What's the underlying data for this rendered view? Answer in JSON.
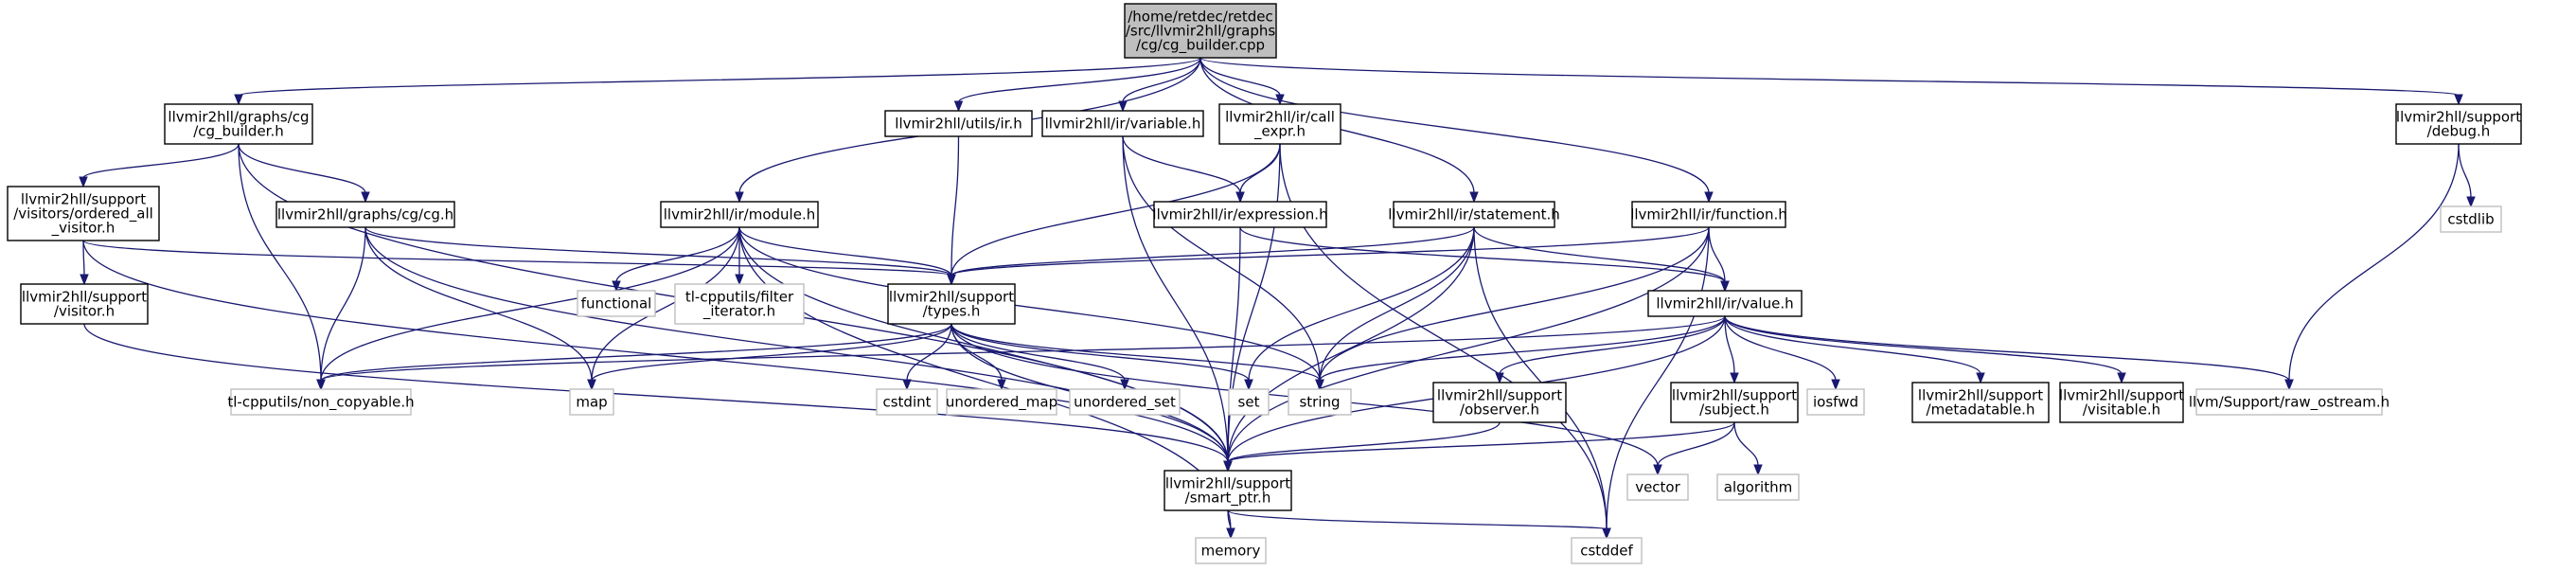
{
  "graph": {
    "edge_color": "#191970",
    "root_fill": "#bfbfbf",
    "external_border": "#bfbfbf",
    "nodes": [
      {
        "id": "root",
        "lines": [
          "/home/retdec/retdec",
          "/src/llvmir2hll/graphs",
          "/cg/cg_builder.cpp"
        ],
        "kind": "root"
      },
      {
        "id": "cg_builder_h",
        "lines": [
          "llvmir2hll/graphs/cg",
          "/cg_builder.h"
        ],
        "kind": "doc"
      },
      {
        "id": "utils_ir_h",
        "lines": [
          "llvmir2hll/utils/ir.h"
        ],
        "kind": "doc"
      },
      {
        "id": "variable_h",
        "lines": [
          "llvmir2hll/ir/variable.h"
        ],
        "kind": "doc"
      },
      {
        "id": "call_expr_h",
        "lines": [
          "llvmir2hll/ir/call",
          "_expr.h"
        ],
        "kind": "doc"
      },
      {
        "id": "debug_h",
        "lines": [
          "llvmir2hll/support",
          "/debug.h"
        ],
        "kind": "doc"
      },
      {
        "id": "ordered_all_visitor_h",
        "lines": [
          "llvmir2hll/support",
          "/visitors/ordered_all",
          "_visitor.h"
        ],
        "kind": "doc"
      },
      {
        "id": "cg_h",
        "lines": [
          "llvmir2hll/graphs/cg/cg.h"
        ],
        "kind": "doc"
      },
      {
        "id": "module_h",
        "lines": [
          "llvmir2hll/ir/module.h"
        ],
        "kind": "doc"
      },
      {
        "id": "expression_h",
        "lines": [
          "llvmir2hll/ir/expression.h"
        ],
        "kind": "doc"
      },
      {
        "id": "statement_h",
        "lines": [
          "llvmir2hll/ir/statement.h"
        ],
        "kind": "doc"
      },
      {
        "id": "function_h",
        "lines": [
          "llvmir2hll/ir/function.h"
        ],
        "kind": "doc"
      },
      {
        "id": "cstdlib",
        "lines": [
          "cstdlib"
        ],
        "kind": "ext"
      },
      {
        "id": "visitor_h",
        "lines": [
          "llvmir2hll/support",
          "/visitor.h"
        ],
        "kind": "doc"
      },
      {
        "id": "functional",
        "lines": [
          "functional"
        ],
        "kind": "ext"
      },
      {
        "id": "filter_iterator_h",
        "lines": [
          "tl-cpputils/filter",
          "_iterator.h"
        ],
        "kind": "ext"
      },
      {
        "id": "types_h",
        "lines": [
          "llvmir2hll/support",
          "/types.h"
        ],
        "kind": "doc"
      },
      {
        "id": "value_h",
        "lines": [
          "llvmir2hll/ir/value.h"
        ],
        "kind": "doc"
      },
      {
        "id": "non_copyable_h",
        "lines": [
          "tl-cpputils/non_copyable.h"
        ],
        "kind": "ext"
      },
      {
        "id": "map",
        "lines": [
          "map"
        ],
        "kind": "ext"
      },
      {
        "id": "cstdint",
        "lines": [
          "cstdint"
        ],
        "kind": "ext"
      },
      {
        "id": "unordered_map",
        "lines": [
          "unordered_map"
        ],
        "kind": "ext"
      },
      {
        "id": "unordered_set",
        "lines": [
          "unordered_set"
        ],
        "kind": "ext"
      },
      {
        "id": "set",
        "lines": [
          "set"
        ],
        "kind": "ext"
      },
      {
        "id": "string",
        "lines": [
          "string"
        ],
        "kind": "ext"
      },
      {
        "id": "observer_h",
        "lines": [
          "llvmir2hll/support",
          "/observer.h"
        ],
        "kind": "doc"
      },
      {
        "id": "subject_h",
        "lines": [
          "llvmir2hll/support",
          "/subject.h"
        ],
        "kind": "doc"
      },
      {
        "id": "iosfwd",
        "lines": [
          "iosfwd"
        ],
        "kind": "ext"
      },
      {
        "id": "metadatable_h",
        "lines": [
          "llvmir2hll/support",
          "/metadatable.h"
        ],
        "kind": "doc"
      },
      {
        "id": "visitable_h",
        "lines": [
          "llvmir2hll/support",
          "/visitable.h"
        ],
        "kind": "doc"
      },
      {
        "id": "raw_ostream_h",
        "lines": [
          "llvm/Support/raw_ostream.h"
        ],
        "kind": "ext"
      },
      {
        "id": "smart_ptr_h",
        "lines": [
          "llvmir2hll/support",
          "/smart_ptr.h"
        ],
        "kind": "doc"
      },
      {
        "id": "vector",
        "lines": [
          "vector"
        ],
        "kind": "ext"
      },
      {
        "id": "algorithm",
        "lines": [
          "algorithm"
        ],
        "kind": "ext"
      },
      {
        "id": "memory",
        "lines": [
          "memory"
        ],
        "kind": "ext"
      },
      {
        "id": "cstddef",
        "lines": [
          "cstddef"
        ],
        "kind": "ext"
      }
    ],
    "edges": [
      [
        "root",
        "cg_builder_h"
      ],
      [
        "root",
        "utils_ir_h"
      ],
      [
        "root",
        "variable_h"
      ],
      [
        "root",
        "call_expr_h"
      ],
      [
        "root",
        "debug_h"
      ],
      [
        "root",
        "module_h"
      ],
      [
        "root",
        "statement_h"
      ],
      [
        "root",
        "function_h"
      ],
      [
        "cg_builder_h",
        "ordered_all_visitor_h"
      ],
      [
        "cg_builder_h",
        "cg_h"
      ],
      [
        "cg_builder_h",
        "non_copyable_h"
      ],
      [
        "cg_builder_h",
        "smart_ptr_h"
      ],
      [
        "ordered_all_visitor_h",
        "visitor_h"
      ],
      [
        "ordered_all_visitor_h",
        "types_h"
      ],
      [
        "ordered_all_visitor_h",
        "smart_ptr_h"
      ],
      [
        "visitor_h",
        "smart_ptr_h"
      ],
      [
        "cg_h",
        "types_h"
      ],
      [
        "cg_h",
        "non_copyable_h"
      ],
      [
        "cg_h",
        "map"
      ],
      [
        "cg_h",
        "smart_ptr_h"
      ],
      [
        "utils_ir_h",
        "types_h"
      ],
      [
        "variable_h",
        "expression_h"
      ],
      [
        "variable_h",
        "string"
      ],
      [
        "variable_h",
        "smart_ptr_h"
      ],
      [
        "call_expr_h",
        "expression_h"
      ],
      [
        "call_expr_h",
        "types_h"
      ],
      [
        "call_expr_h",
        "smart_ptr_h"
      ],
      [
        "call_expr_h",
        "cstddef"
      ],
      [
        "module_h",
        "functional"
      ],
      [
        "module_h",
        "filter_iterator_h"
      ],
      [
        "module_h",
        "types_h"
      ],
      [
        "module_h",
        "non_copyable_h"
      ],
      [
        "module_h",
        "map"
      ],
      [
        "module_h",
        "string"
      ],
      [
        "module_h",
        "smart_ptr_h"
      ],
      [
        "module_h",
        "memory"
      ],
      [
        "expression_h",
        "value_h"
      ],
      [
        "expression_h",
        "smart_ptr_h"
      ],
      [
        "statement_h",
        "types_h"
      ],
      [
        "statement_h",
        "value_h"
      ],
      [
        "statement_h",
        "string"
      ],
      [
        "statement_h",
        "set"
      ],
      [
        "statement_h",
        "smart_ptr_h"
      ],
      [
        "statement_h",
        "cstddef"
      ],
      [
        "function_h",
        "types_h"
      ],
      [
        "function_h",
        "value_h"
      ],
      [
        "function_h",
        "string"
      ],
      [
        "function_h",
        "smart_ptr_h"
      ],
      [
        "function_h",
        "cstddef"
      ],
      [
        "debug_h",
        "cstdlib"
      ],
      [
        "debug_h",
        "raw_ostream_h"
      ],
      [
        "types_h",
        "non_copyable_h"
      ],
      [
        "types_h",
        "map"
      ],
      [
        "types_h",
        "cstdint"
      ],
      [
        "types_h",
        "unordered_map"
      ],
      [
        "types_h",
        "unordered_set"
      ],
      [
        "types_h",
        "set"
      ],
      [
        "types_h",
        "string"
      ],
      [
        "types_h",
        "vector"
      ],
      [
        "types_h",
        "smart_ptr_h"
      ],
      [
        "value_h",
        "non_copyable_h"
      ],
      [
        "value_h",
        "string"
      ],
      [
        "value_h",
        "observer_h"
      ],
      [
        "value_h",
        "subject_h"
      ],
      [
        "value_h",
        "iosfwd"
      ],
      [
        "value_h",
        "metadatable_h"
      ],
      [
        "value_h",
        "visitable_h"
      ],
      [
        "value_h",
        "raw_ostream_h"
      ],
      [
        "value_h",
        "smart_ptr_h"
      ],
      [
        "observer_h",
        "smart_ptr_h"
      ],
      [
        "subject_h",
        "vector"
      ],
      [
        "subject_h",
        "algorithm"
      ],
      [
        "subject_h",
        "smart_ptr_h"
      ],
      [
        "smart_ptr_h",
        "memory"
      ],
      [
        "smart_ptr_h",
        "cstddef"
      ]
    ]
  }
}
